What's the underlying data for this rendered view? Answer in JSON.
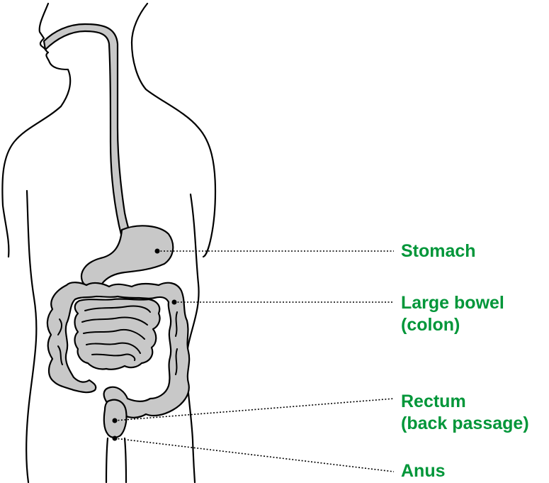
{
  "accent_color": "#009639",
  "organ_fill": "#c8c8c8",
  "outline_color": "#000000",
  "labels": {
    "stomach": [
      "Stomach"
    ],
    "large_bowel": [
      "Large bowel",
      "(colon)"
    ],
    "rectum": [
      "Rectum",
      "(back passage)"
    ],
    "anus": [
      "Anus"
    ]
  }
}
